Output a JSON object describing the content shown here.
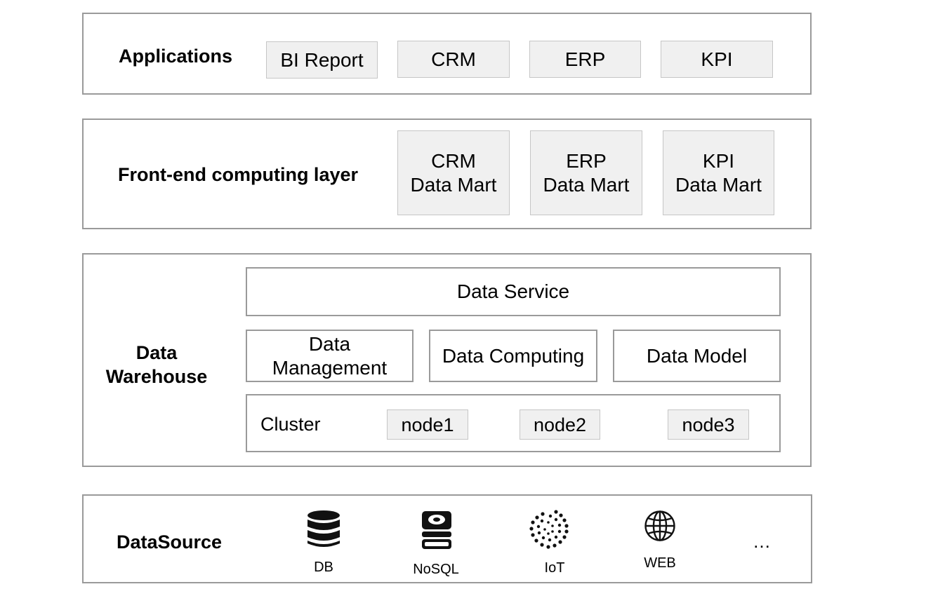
{
  "applications": {
    "title": "Applications",
    "items": [
      "BI Report",
      "CRM",
      "ERP",
      "KPI"
    ]
  },
  "frontend": {
    "title": "Front-end computing layer",
    "marts": [
      {
        "name": "CRM",
        "sub": "Data Mart"
      },
      {
        "name": "ERP",
        "sub": "Data Mart"
      },
      {
        "name": "KPI",
        "sub": "Data Mart"
      }
    ]
  },
  "warehouse": {
    "title_line1": "Data",
    "title_line2": "Warehouse",
    "service": "Data Service",
    "management_line1": "Data",
    "management_line2": "Management",
    "computing": "Data Computing",
    "model": "Data Model",
    "cluster": {
      "label": "Cluster",
      "nodes": [
        "node1",
        "node2",
        "node3"
      ]
    }
  },
  "datasource": {
    "title": "DataSource",
    "sources": [
      {
        "label": "DB",
        "icon": "database-icon"
      },
      {
        "label": "NoSQL",
        "icon": "nosql-icon"
      },
      {
        "label": "IoT",
        "icon": "iot-icon"
      },
      {
        "label": "WEB",
        "icon": "globe-icon"
      }
    ],
    "more": "…"
  },
  "colors": {
    "border": "#9a9a9a",
    "box_fill": "#f0f0f0",
    "icon": "#111111"
  }
}
